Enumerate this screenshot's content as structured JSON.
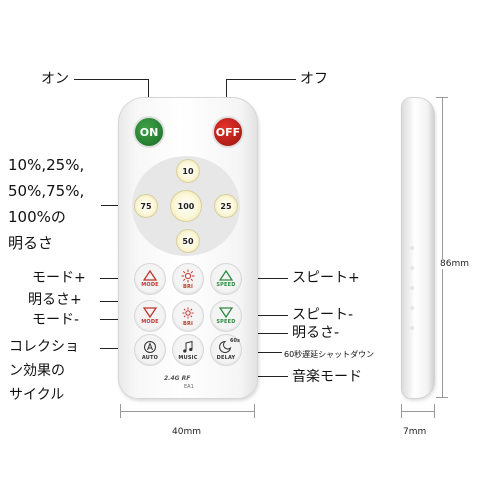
{
  "labels": {
    "on": "オン",
    "off": "オフ",
    "brightness_levels": [
      "10%,25%,",
      "50%,75%,",
      "100%の",
      "明るさ"
    ],
    "mode_up": "モード+",
    "bri_up": "明るさ+",
    "mode_down": "モード-",
    "speed_up": "スピート+",
    "speed_down": "スピート-",
    "bri_down": "明るさ-",
    "auto": [
      "コレクショ",
      "ン効果の",
      "サイクル"
    ],
    "delay": "60秒遅延シャットダウン",
    "music": "音楽モード"
  },
  "remote": {
    "on_button": "ON",
    "off_button": "OFF",
    "b10": "10",
    "b25": "25",
    "b50": "50",
    "b75": "75",
    "b100": "100",
    "mode_label": "MODE",
    "bri_label": "BRI",
    "speed_label": "SPEED",
    "auto_label": "AUTO",
    "music_label": "MUSIC",
    "delay_label": "DELAY",
    "delay_badge": "60s",
    "brand": "2.4G RF",
    "model": "EA1"
  },
  "dimensions": {
    "width": "40mm",
    "height": "86mm",
    "depth": "7mm"
  },
  "colors": {
    "on": "#1b6e27",
    "off": "#9a1410",
    "mode": "#c2332b",
    "speed": "#2b8a3e"
  }
}
